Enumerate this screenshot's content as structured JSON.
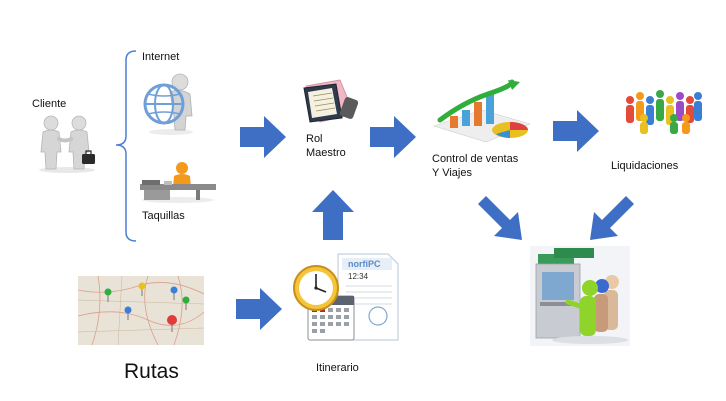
{
  "labels": {
    "cliente": "Cliente",
    "internet": "Internet",
    "taquillas": "Taquillas",
    "rol_line1": "Rol",
    "rol_line2": "Maestro",
    "control_line1": "Control de ventas",
    "control_line2": "Y Viajes",
    "liquidaciones": "Liquidaciones",
    "rutas": "Rutas",
    "itinerario": "Itinerario",
    "calendar_brand": "norfiPC",
    "calendar_time": "12:34"
  },
  "colors": {
    "arrow": "#3f6ec5",
    "bracket": "#4a7fd6",
    "figure": "#d9d9d9"
  },
  "icons": [
    "handshake-people-icon",
    "internet-person-icon",
    "ticket-desk-icon",
    "master-roll-binder-icon",
    "sales-chart-icon",
    "settlement-crowd-icon",
    "route-map-icon",
    "itinerary-calendar-icon",
    "ticket-office-queue-icon"
  ]
}
